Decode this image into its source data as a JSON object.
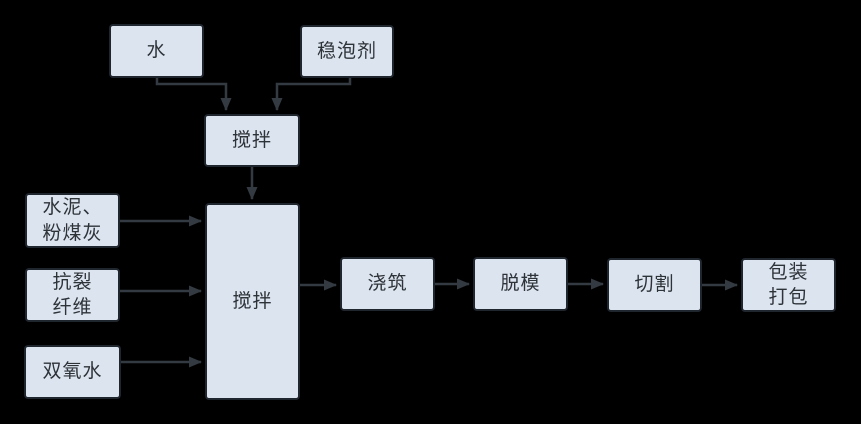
{
  "diagram": {
    "title": "aerated-concrete-production-flowchart",
    "background_color": "#000000",
    "node_fill_color": "#dce4f0",
    "node_border_color": "#20262e",
    "node_text_color": "#2e3338",
    "arrow_color": "#343a41",
    "nodes": {
      "water": {
        "label": "水"
      },
      "foam_stabilizer": {
        "label": "稳泡剂"
      },
      "mixing_1": {
        "label": "搅拌"
      },
      "cement_flyash": {
        "label": "水泥、\n粉煤灰"
      },
      "mixing_2": {
        "label": "搅拌"
      },
      "anticrack_fiber": {
        "label": "抗裂\n纤维"
      },
      "hydrogen_peroxide": {
        "label": "双氧水"
      },
      "pouring": {
        "label": "浇筑"
      },
      "demolding": {
        "label": "脱模"
      },
      "cutting": {
        "label": "切割"
      },
      "packaging": {
        "label": "包装\n打包"
      }
    },
    "edges": [
      "water -> mixing_1",
      "foam_stabilizer -> mixing_1",
      "mixing_1 -> mixing_2",
      "cement_flyash -> mixing_2",
      "anticrack_fiber -> mixing_2",
      "hydrogen_peroxide -> mixing_2",
      "mixing_2 -> pouring",
      "pouring -> demolding",
      "demolding -> cutting",
      "cutting -> packaging"
    ]
  }
}
